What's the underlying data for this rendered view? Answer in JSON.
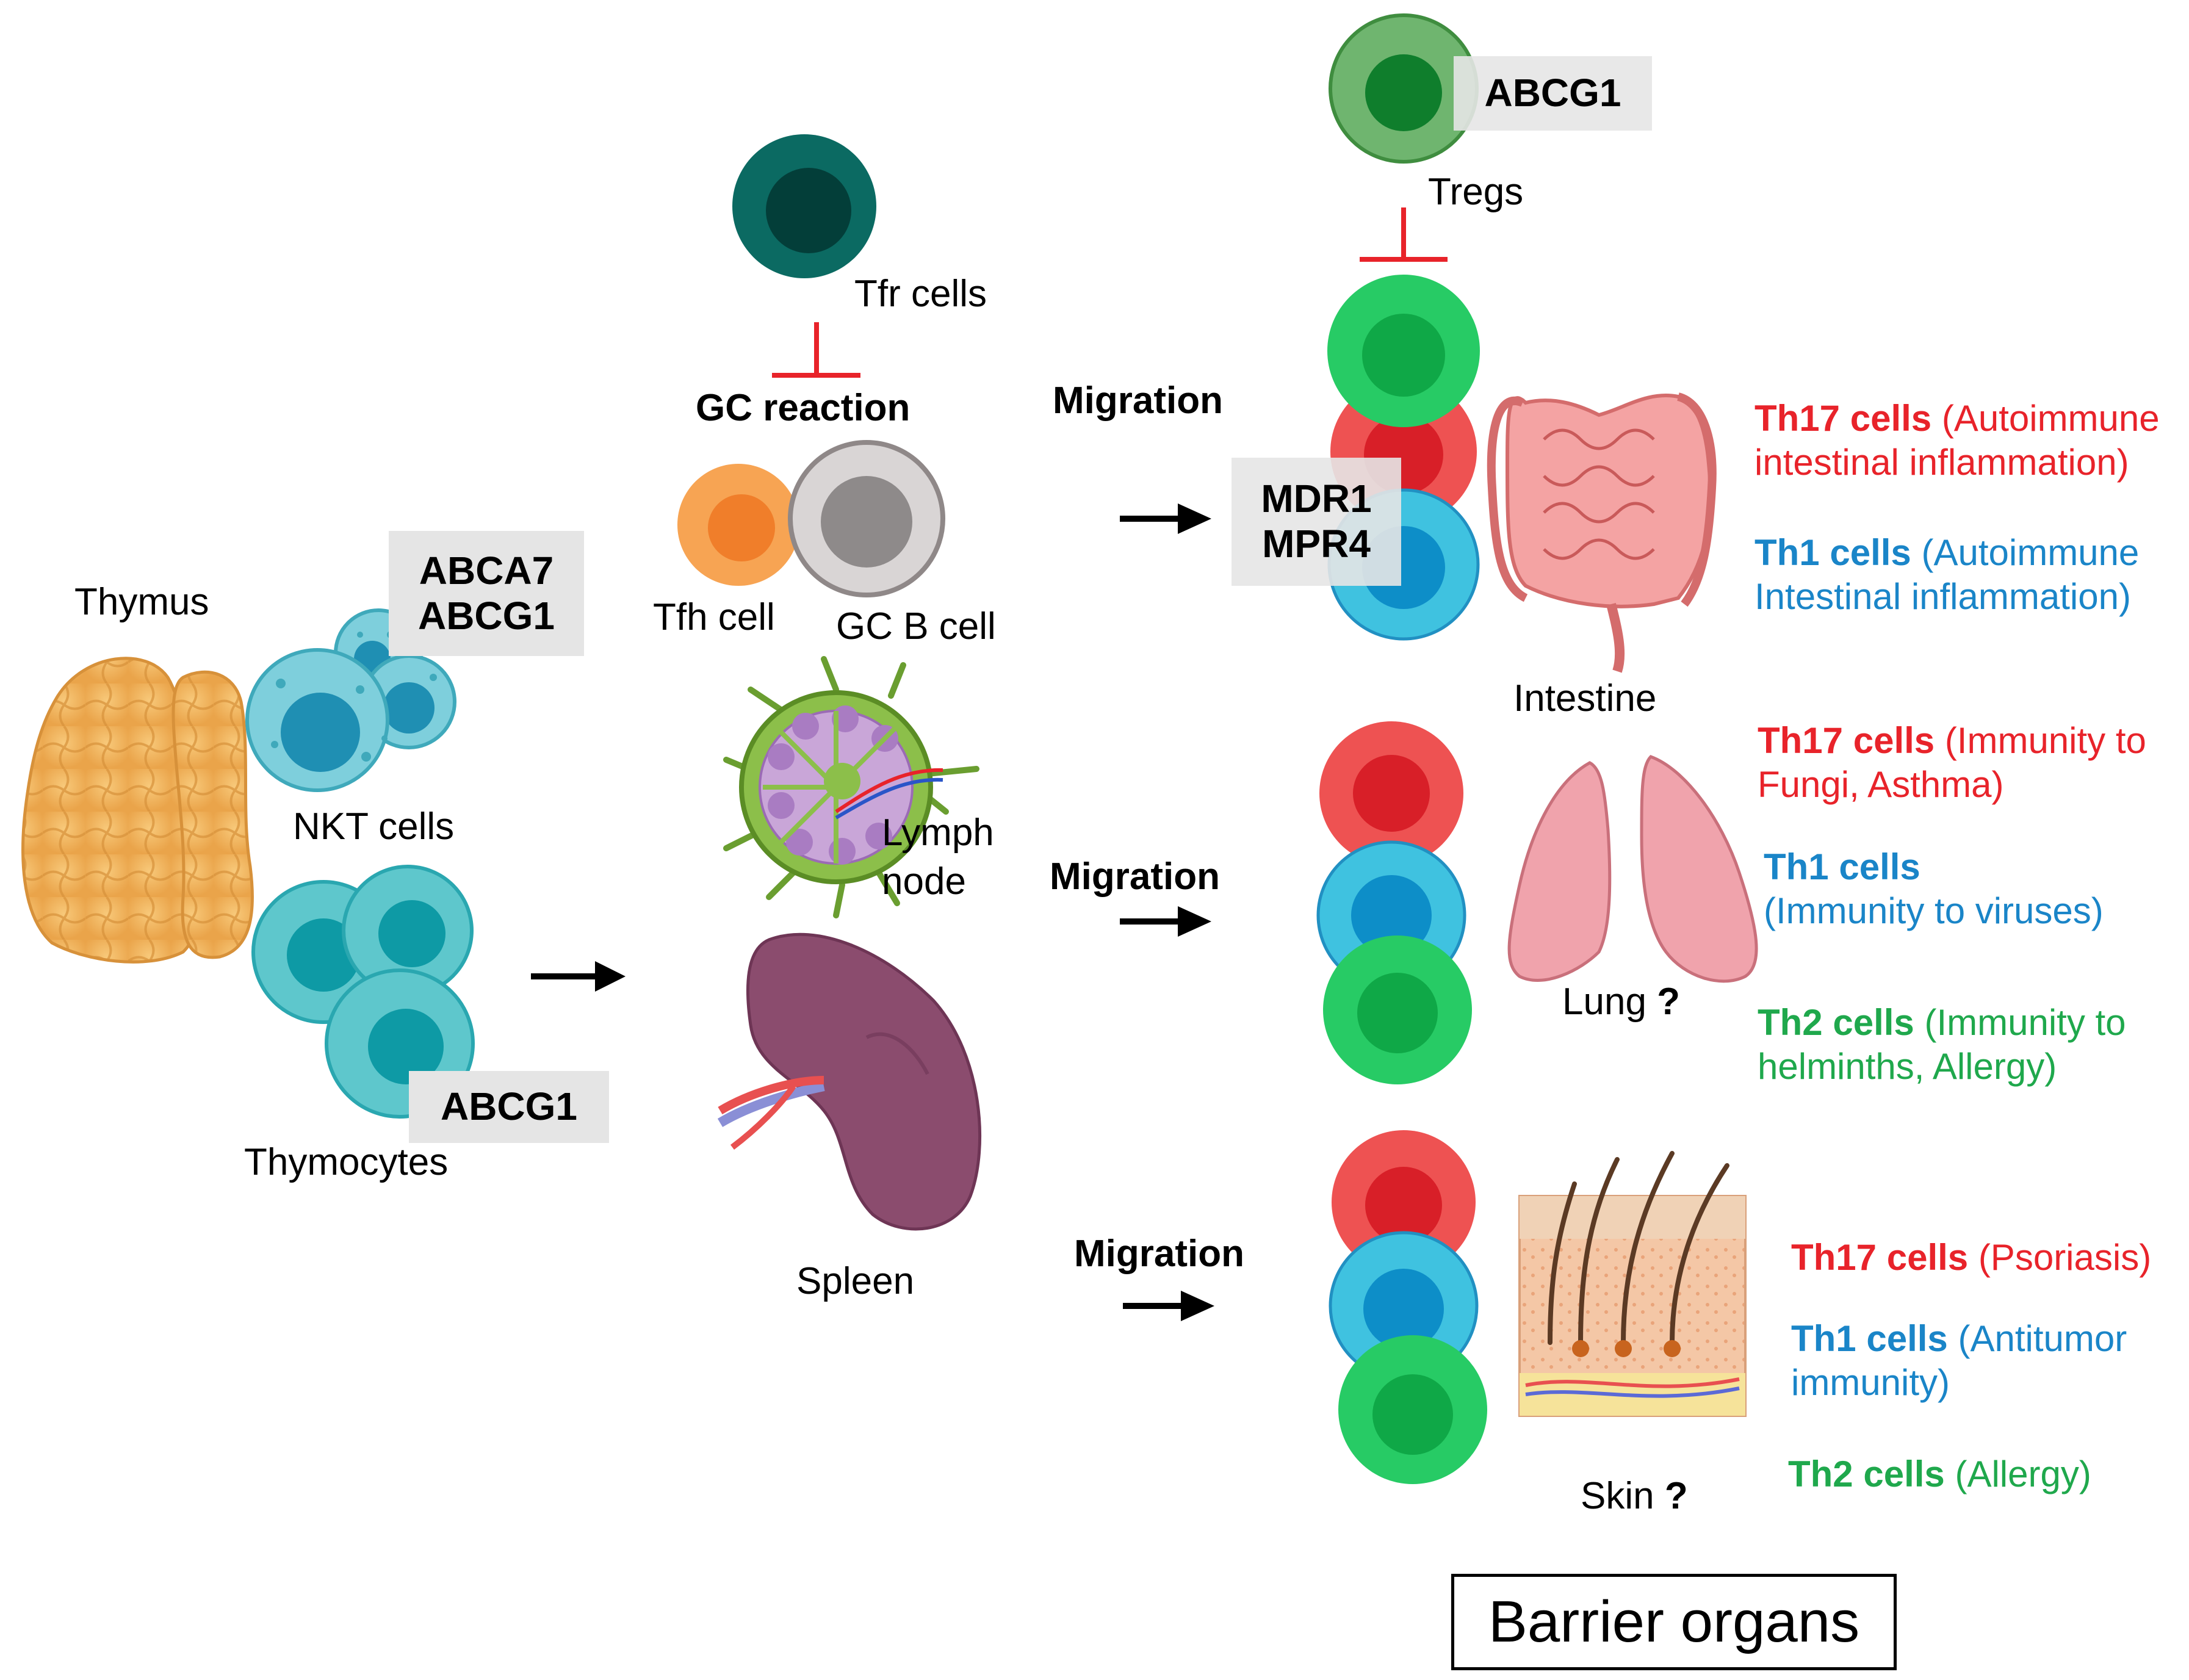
{
  "labels": {
    "thymus": "Thymus",
    "nkt_cells": "NKT cells",
    "thymocytes": "Thymocytes",
    "tfr_cells": "Tfr cells",
    "gc_reaction": "GC reaction",
    "tfh_cell": "Tfh cell",
    "gc_b_cell": "GC B cell",
    "lymph_line1": "Lymph",
    "lymph_line2": "node",
    "spleen": "Spleen",
    "tregs": "Tregs",
    "intestine": "Intestine",
    "lung": "Lung",
    "skin": "Skin",
    "question_mark": "?",
    "migration": "Migration",
    "barrier_organs": "Barrier organs"
  },
  "transporter_boxes": {
    "nkt": [
      "ABCA7",
      "ABCG1"
    ],
    "thymocytes": [
      "ABCG1"
    ],
    "tregs": [
      "ABCG1"
    ],
    "intestine_cells": [
      "MDR1",
      "MPR4"
    ]
  },
  "annotations": {
    "intestine": [
      {
        "cell": "Th17 cells",
        "line1": "(Autoimmune",
        "line2": "intestinal inflammation)",
        "color": "#e8232a"
      },
      {
        "cell": "Th1 cells",
        "line1": "(Autoimmune",
        "line2": "Intestinal inflammation)",
        "color": "#1a85c8"
      }
    ],
    "lung": [
      {
        "cell": "Th17 cells",
        "line1": "(Immunity to",
        "line2": "Fungi, Asthma)",
        "color": "#e8232a"
      },
      {
        "cell": "Th1 cells",
        "line1": "",
        "line2": "(Immunity to viruses)",
        "color": "#1a85c8"
      },
      {
        "cell": "Th2 cells",
        "line1": "(Immunity to",
        "line2": "helminths, Allergy)",
        "color": "#1fa84c"
      }
    ],
    "skin": [
      {
        "cell": "Th17 cells",
        "line1": "(Psoriasis)",
        "line2": "",
        "color": "#e8232a"
      },
      {
        "cell": "Th1 cells",
        "line1": "(Antitumor",
        "line2": "immunity)",
        "color": "#1a85c8"
      },
      {
        "cell": "Th2 cells",
        "line1": "(Allergy)",
        "line2": "",
        "color": "#1fa84c"
      }
    ]
  },
  "colors": {
    "th17": "#e8232a",
    "th1": "#1a85c8",
    "th2": "#1fa84c",
    "inhibition": "#e8232a",
    "transporter_box": "#e5e5e5"
  },
  "icons": [
    "thymus-organ-icon",
    "lymph-node-icon",
    "spleen-organ-icon",
    "intestine-organ-icon",
    "lung-organ-icon",
    "skin-section-icon"
  ]
}
